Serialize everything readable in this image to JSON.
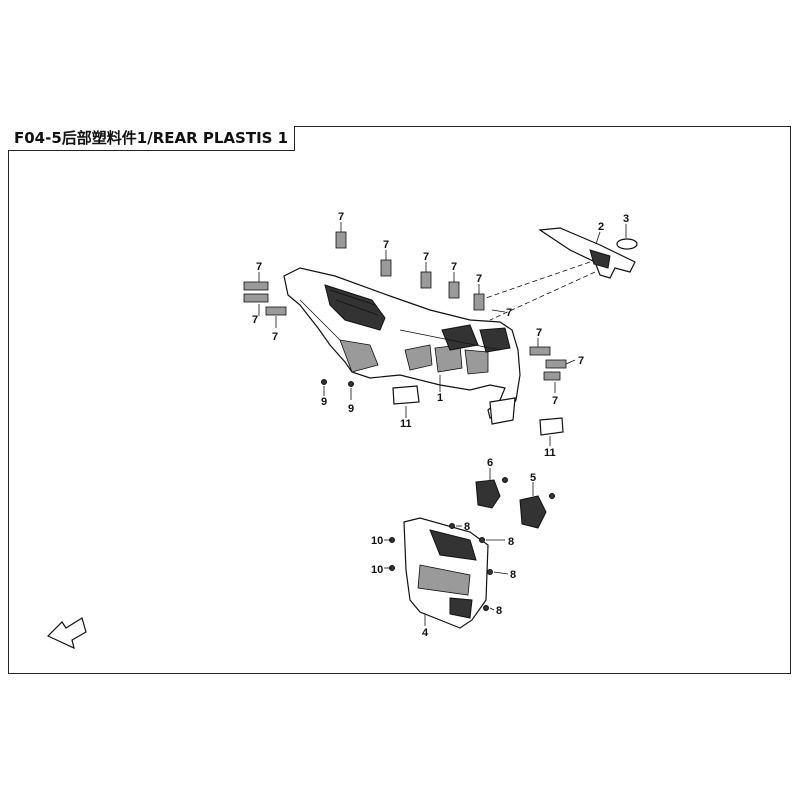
{
  "title": "F04-5后部塑料件1/REAR PLASTIS 1",
  "callouts": {
    "c1": "1",
    "c2": "2",
    "c3": "3",
    "c4": "4",
    "c5": "5",
    "c6": "6",
    "c7": "7",
    "c8": "8",
    "c9": "9",
    "c10": "10",
    "c11": "11"
  }
}
